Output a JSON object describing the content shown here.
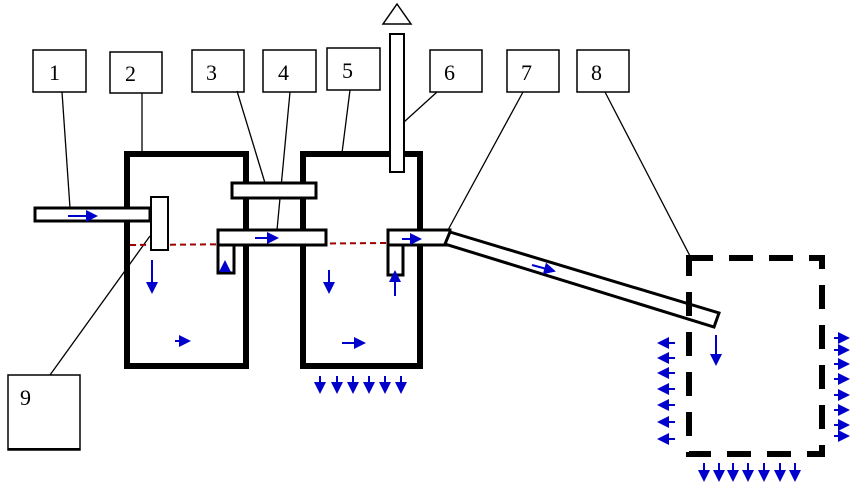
{
  "labels": [
    "1",
    "2",
    "3",
    "4",
    "5",
    "6",
    "7",
    "8",
    "9"
  ],
  "colors": {
    "structure": "#000000",
    "flow_arrow": "#0000cc",
    "water_level": "#a00000"
  },
  "icons": {
    "vent_cap": "triangle-icon",
    "flow": "arrow-icon"
  }
}
